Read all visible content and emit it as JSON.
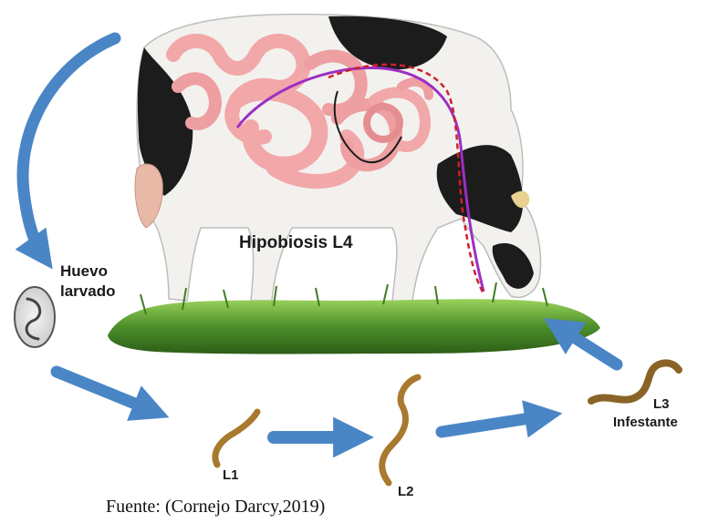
{
  "labels": {
    "hipobiosis": "Hipobiosis L4",
    "huevo_line1": "Huevo",
    "huevo_line2": "larvado",
    "l1": "L1",
    "l2": "L2",
    "l3_line1": "L3",
    "l3_line2": "Infestante"
  },
  "caption": "Fuente: (Cornejo Darcy,2019)",
  "colors": {
    "arrow": "#4a86c6",
    "grass": "#4c8f2a",
    "larva": "#a8792e",
    "intestine": "#f2a7a9",
    "cow_spot": "#1c1c1c",
    "migration_path": "#9b2fc4"
  }
}
